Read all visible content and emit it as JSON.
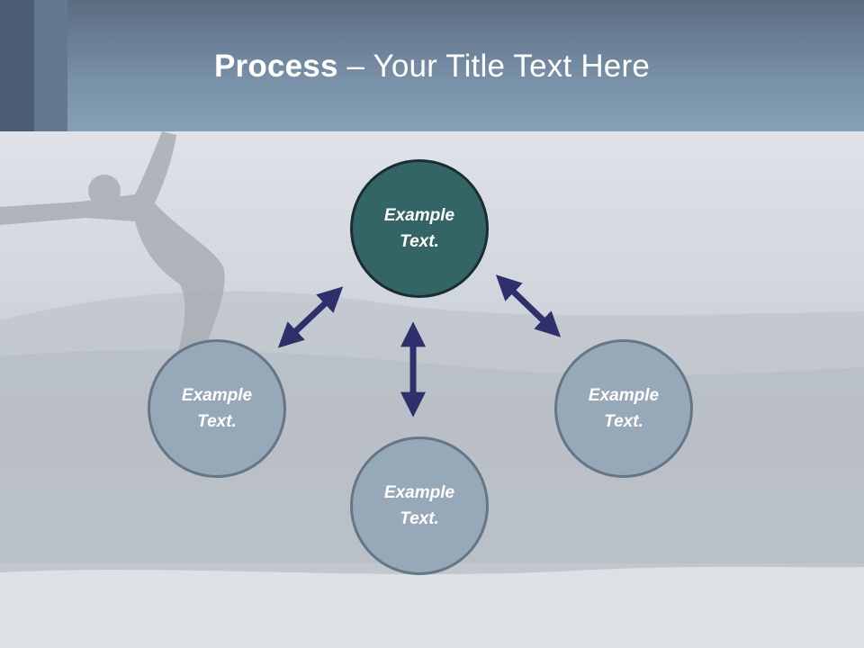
{
  "title": {
    "bold": "Process",
    "rest": " – Your Title Text Here"
  },
  "nodes": {
    "center": "Example Text.",
    "left": "Example Text.",
    "right": "Example Text.",
    "bottom": "Example Text."
  },
  "colors": {
    "header": "#7890a8",
    "center_fill": "#346565",
    "satellite_fill": "#97a8b9",
    "arrow": "#2e2f6b"
  },
  "icons": {
    "arrows": "double-headed-arrow",
    "background": "surfer-silhouette-photo"
  }
}
